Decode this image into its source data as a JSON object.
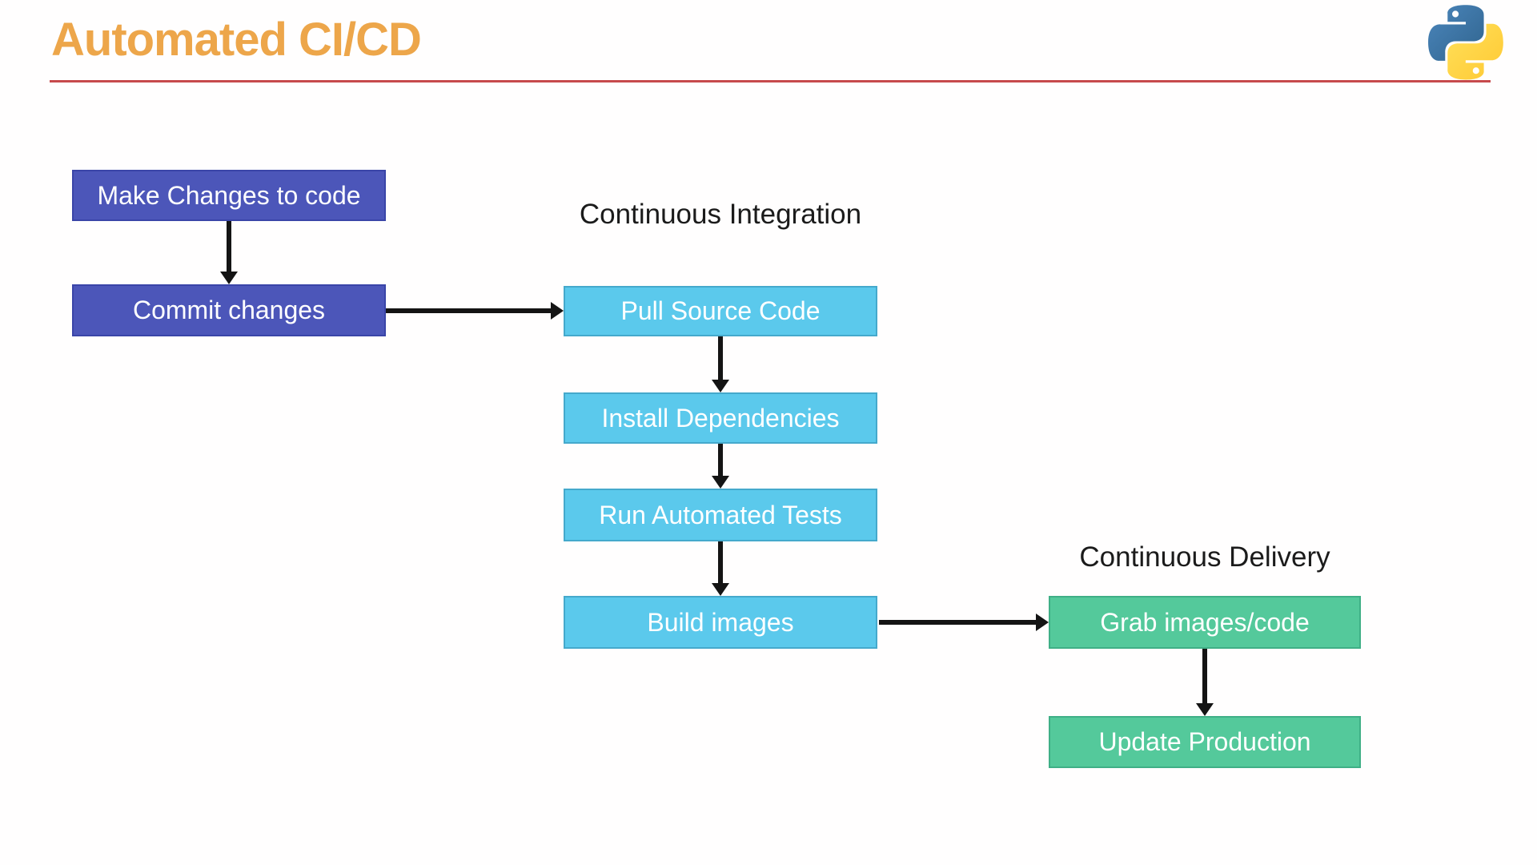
{
  "header": {
    "title": "Automated CI/CD",
    "logo_icon": "python-logo"
  },
  "diagram": {
    "local_stage": {
      "boxes": [
        {
          "id": "make-changes",
          "label": "Make Changes to code"
        },
        {
          "id": "commit-changes",
          "label": "Commit changes"
        }
      ]
    },
    "ci_stage": {
      "title": "Continuous Integration",
      "boxes": [
        {
          "id": "pull-source-code",
          "label": "Pull Source Code"
        },
        {
          "id": "install-dependencies",
          "label": "Install Dependencies"
        },
        {
          "id": "run-automated-tests",
          "label": "Run Automated Tests"
        },
        {
          "id": "build-images",
          "label": "Build images"
        }
      ]
    },
    "cd_stage": {
      "title": "Continuous Delivery",
      "boxes": [
        {
          "id": "grab-images-code",
          "label": "Grab images/code"
        },
        {
          "id": "update-production",
          "label": "Update Production"
        }
      ]
    }
  },
  "colors": {
    "title_color": "#EDA64A",
    "divider_color": "#C74A4C",
    "label_color": "#1b1b1b",
    "source_box_fill": "#4C56B9",
    "source_box_border": "#3A45A8",
    "ci_box_fill": "#5BC9EC",
    "ci_box_border": "#45A9CC",
    "cd_box_fill": "#54C99B",
    "cd_box_border": "#3FAF86",
    "arrow_color": "#141414",
    "python_blue": "#366E9C",
    "python_yellow": "#FFD648"
  }
}
